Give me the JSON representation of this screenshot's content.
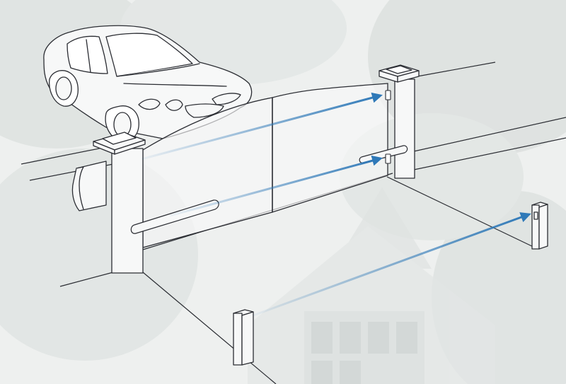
{
  "colors": {
    "background": "#eef0ef",
    "background_tree_tone": "#d6dbd9",
    "house_tone": "#dfe3e2",
    "line": "#2b2d33",
    "beam_arrow": "#2f79b8",
    "surface_fill": "#f7f8f8"
  },
  "icons": {
    "car": "car-illustration",
    "gate": "double-swing-gate",
    "pillar_left": "gate-pillar-left",
    "pillar_right": "gate-pillar-right",
    "mailbox": "mailbox-icon",
    "photocell_post_left": "photocell-post-icon",
    "photocell_post_right": "photocell-post-icon"
  },
  "beams": [
    {
      "id": "upper-beam",
      "from": "left-pillar",
      "to": "right-pillar-top-sensor"
    },
    {
      "id": "lower-beam",
      "from": "left-gate-edge",
      "to": "right-pillar-bottom-sensor"
    },
    {
      "id": "driveway-beam",
      "from": "front-left-post",
      "to": "rear-right-post"
    }
  ]
}
